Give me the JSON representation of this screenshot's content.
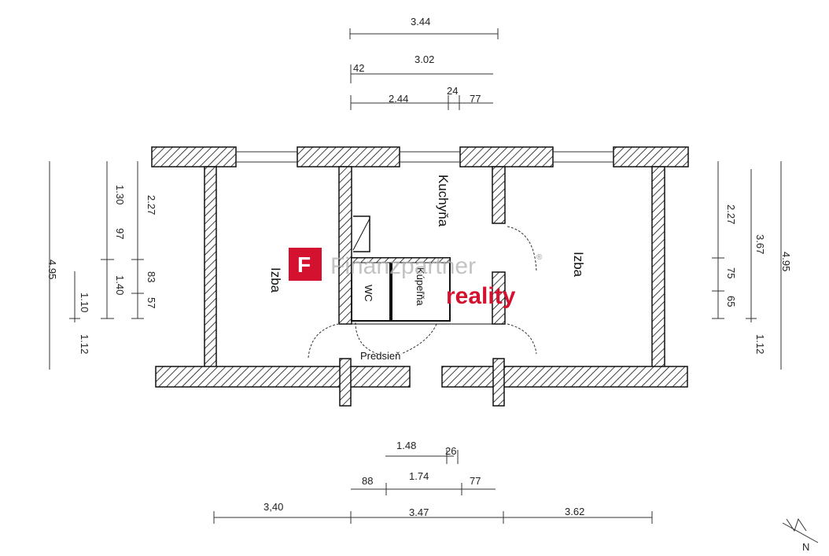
{
  "rooms": {
    "izba_left": "Izba",
    "kuchyna": "Kuchyňa",
    "izba_right": "Izba",
    "wc": "WC",
    "kupelna": "Kúpeľňa",
    "predsien": "Predsieň"
  },
  "dims_top": {
    "total": "3.44",
    "mid": "3.02",
    "mid_left": "42",
    "seg_a": "2.44",
    "seg_b": "24",
    "seg_c": "77"
  },
  "dims_left": {
    "total": "4.95",
    "a": "1.30",
    "b": "97",
    "c": "1.40",
    "d": "1.10",
    "e": "1.12",
    "f": "2.27",
    "g": "83",
    "h": "57"
  },
  "dims_right": {
    "a": "2.27",
    "b": "3.67",
    "c": "4.95",
    "d": "75",
    "e": "65",
    "f": "1.12"
  },
  "dims_bottom": {
    "a": "1.48",
    "b": "26",
    "c": "88",
    "d": "1.74",
    "e": "77",
    "f": "3,40",
    "g": "3.47",
    "h": "3.62"
  },
  "watermark": {
    "brand": "Finanzpartner",
    "sub": "reality",
    "logo_letter": "F",
    "reg": "®",
    "logo_color": "#d4122f"
  },
  "north_arrow": "N"
}
